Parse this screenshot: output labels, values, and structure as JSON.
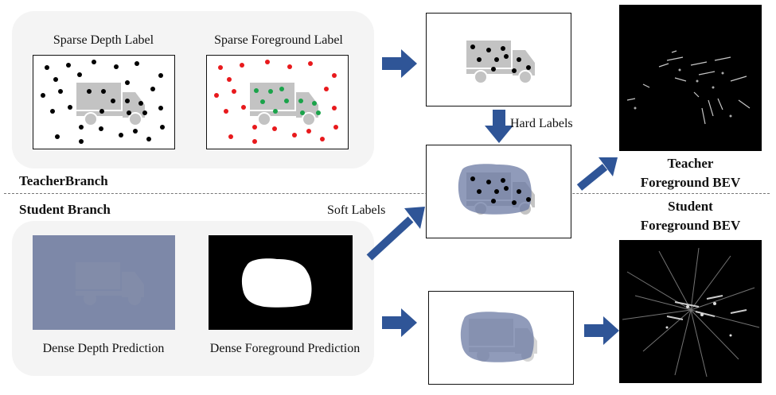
{
  "labels": {
    "sparse_depth": "Sparse Depth Label",
    "sparse_foreground": "Sparse Foreground Label",
    "teacher_branch": "TeacherBranch",
    "student_branch": "Student Branch",
    "hard_labels": "Hard Labels",
    "soft_labels": "Soft Labels",
    "dense_depth": "Dense Depth Prediction",
    "dense_foreground": "Dense Foreground Prediction",
    "teacher_bev_line1": "Teacher",
    "teacher_bev_line2": "Foreground BEV",
    "student_bev_line1": "Student",
    "student_bev_line2": "Foreground BEV"
  },
  "colors": {
    "arrow": "#2f5597",
    "panel_bg": "#f4f4f4",
    "truck": "#c3c3c3",
    "dense_depth_fill": "#7d88a8",
    "blob_fill": "#6b7aa3",
    "depth_point": "#000000",
    "bg_point": "#e8191c",
    "fg_point": "#1aa34a"
  },
  "icons": [
    "truck-icon",
    "right-arrow-icon",
    "down-arrow-icon",
    "diagonal-arrow-icon"
  ]
}
